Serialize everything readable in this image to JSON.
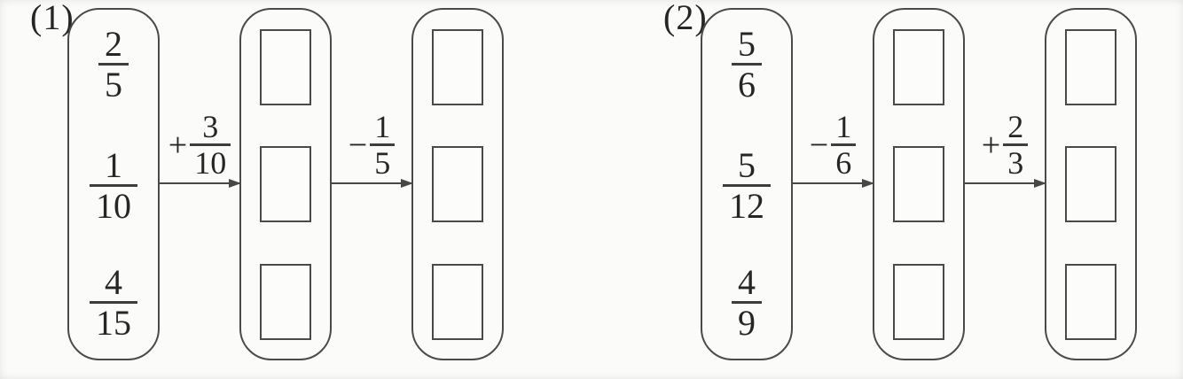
{
  "page": {
    "background": "#fbfbfa",
    "line_color": "#4a4a4a",
    "text_color": "#262626"
  },
  "problems": [
    {
      "label": "(1)",
      "given_fractions": [
        {
          "num": "2",
          "den": "5"
        },
        {
          "num": "1",
          "den": "10"
        },
        {
          "num": "4",
          "den": "15"
        }
      ],
      "steps": [
        {
          "op": "+",
          "num": "3",
          "den": "10"
        },
        {
          "op": "−",
          "num": "1",
          "den": "5"
        }
      ],
      "answer_columns": [
        {
          "empty_boxes": 3
        },
        {
          "empty_boxes": 3
        }
      ]
    },
    {
      "label": "(2)",
      "given_fractions": [
        {
          "num": "5",
          "den": "6"
        },
        {
          "num": "5",
          "den": "12"
        },
        {
          "num": "4",
          "den": "9"
        }
      ],
      "steps": [
        {
          "op": "−",
          "num": "1",
          "den": "6"
        },
        {
          "op": "+",
          "num": "2",
          "den": "3"
        }
      ],
      "answer_columns": [
        {
          "empty_boxes": 3
        },
        {
          "empty_boxes": 3
        }
      ]
    }
  ]
}
